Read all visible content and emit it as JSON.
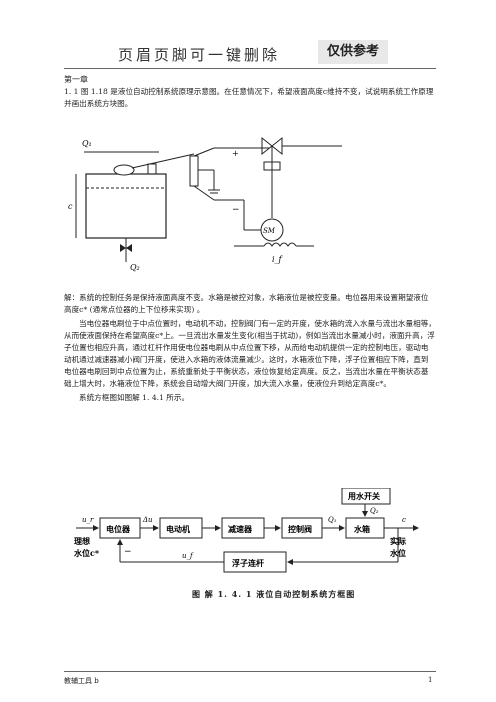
{
  "header": {
    "title": "页眉页脚可一键删除",
    "badge": "仅供参考"
  },
  "chapter": "第一章",
  "problem": {
    "number": "1. 1",
    "text": "图 1.18 是液位自动控制系统原理示意图。在任意情况下，希望液面高度c维持不变，试说明系统工作原理并画出系统方块图。"
  },
  "figure1": {
    "labels": {
      "q1": "Q₁",
      "q2": "Q₂",
      "c": "c",
      "sm": "SM",
      "if": "i_f",
      "plus": "+",
      "minus": "−"
    }
  },
  "solution": {
    "p1": "解：系统的控制任务是保持液面高度不变。水箱是被控对象，水箱液位是被控变量。电位器用来设置期望液位高度c* (通常点位器的上下位移来实现) 。",
    "p2": "当电位器电刷位于中点位置时，电动机不动，控制阀门有一定的开度，使水箱的流入水量与流出水量相等，从而使液面保持在希望高度c*上。一旦流出水量发生变化(相当于扰动)，例如当流出水量减小时，液面升高，浮子位置也相应升高，通过杠杆作用使电位器电刷从中点位置下移，从而给电动机提供一定的控制电压，驱动电动机通过减速器减小阀门开度，使进入水箱的液体流量减少。这时，水箱液位下降，浮子位置相应下降，直到电位器电刷回到中点位置为止，系统重新处于平衡状态，液位恢复给定高度。反之，当流出水量在平衡状态基础上增大时，水箱液位下降，系统会自动增大阀门开度，加大流入水量，使液位升到给定高度c*。",
    "p3": "系统方框图如图解 1. 4.1 所示。"
  },
  "diagram": {
    "blocks": {
      "potentiometer": "电位器",
      "motor": "电动机",
      "reducer": "减速器",
      "valve": "控制阀",
      "tank": "水箱",
      "switch": "用水开关",
      "float": "浮子连杆"
    },
    "signals": {
      "ur": "u_r",
      "du": "Δu",
      "q1": "Q₁",
      "q2": "Q₂",
      "c": "c",
      "uf": "u_f"
    },
    "side_labels": {
      "left_top": "理想",
      "left_bottom": "水位c*",
      "right_top": "实际",
      "right_bottom": "水位"
    },
    "minus": "−",
    "caption": "图 解 1. 4. 1    液位自动控制系统方框图"
  },
  "footer": {
    "left": "教辅工具 b",
    "page": "1"
  }
}
